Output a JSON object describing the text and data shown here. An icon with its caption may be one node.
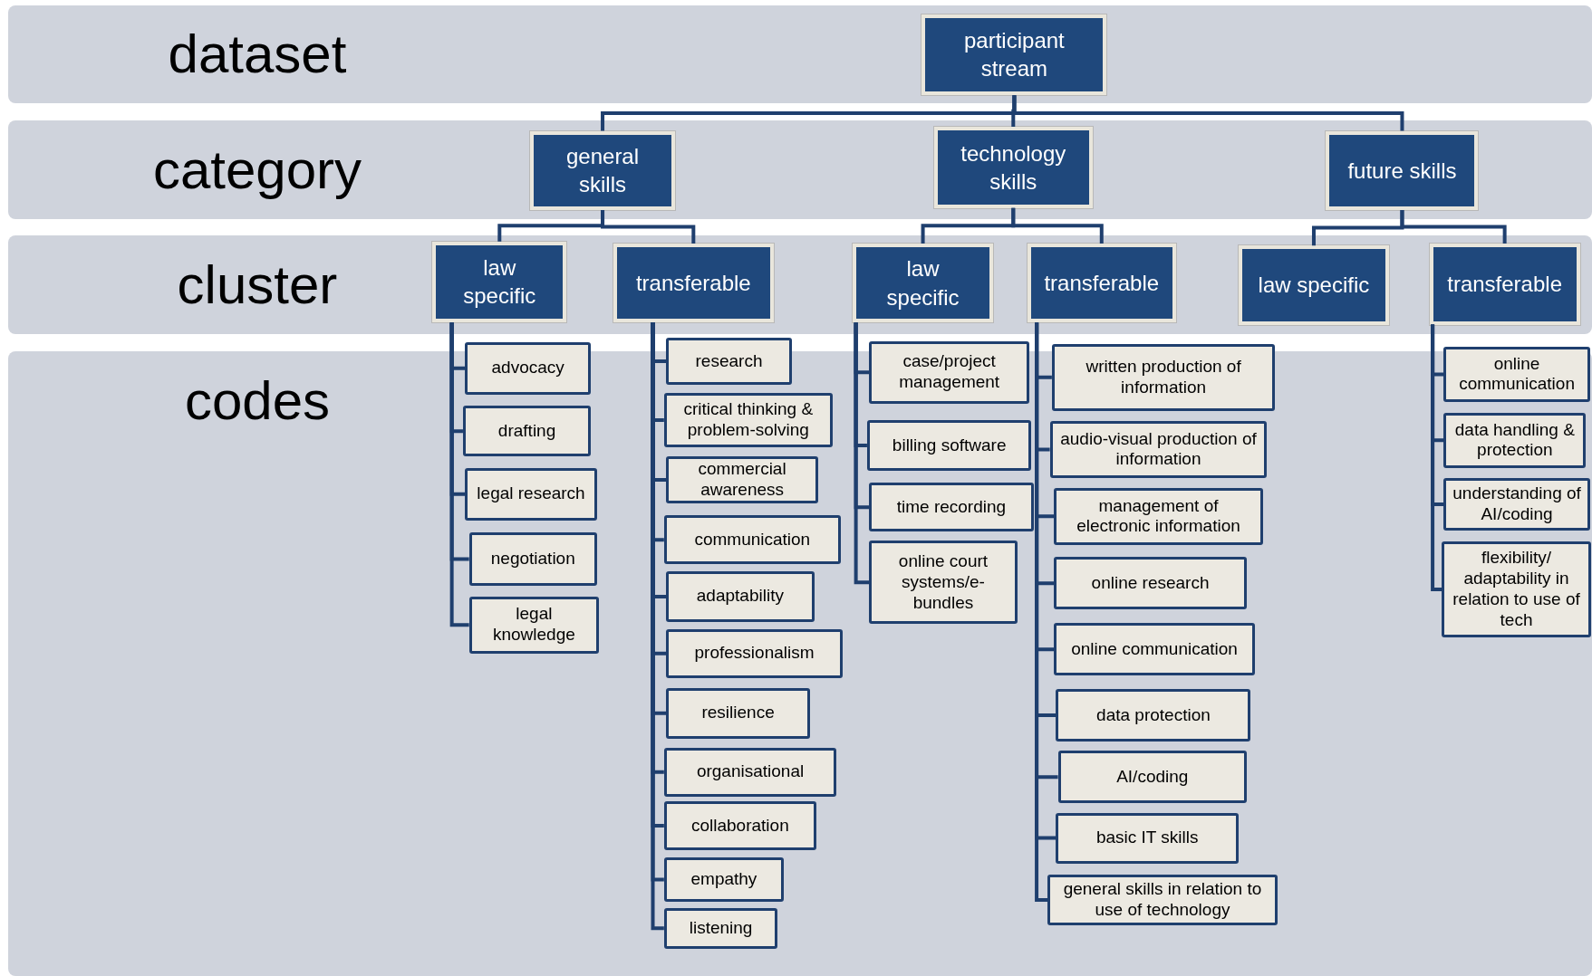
{
  "diagram": {
    "nodes": [
      {
        "text": [
          "dataset"
        ]
      },
      {
        "text": [
          "participant stream"
        ],
        "in": 0
      },
      {
        "text": [
          "category"
        ]
      },
      {
        "text": [
          "general skills"
        ],
        "in": 2
      },
      {
        "text": [
          "technology skills"
        ],
        "in": 2
      },
      {
        "text": [
          "future skills"
        ],
        "in": 2
      },
      {
        "text": [
          "cluster"
        ]
      },
      {
        "text": [
          "law specific"
        ],
        "in": 6
      },
      {
        "text": [
          "transferable"
        ],
        "in": 6
      },
      {
        "text": [
          "law specific"
        ],
        "in": 6
      },
      {
        "text": [
          "transferable"
        ],
        "in": 6
      },
      {
        "text": [
          "law specific"
        ],
        "in": 6
      },
      {
        "text": [
          "transferable"
        ],
        "in": 6
      },
      {
        "text": [
          "codes"
        ]
      },
      {
        "text": [
          "advocacy"
        ],
        "in": 13
      },
      {
        "text": [
          "drafting"
        ],
        "in": 13
      },
      {
        "text": [
          "legal research"
        ],
        "in": 13
      },
      {
        "text": [
          "negotiation"
        ],
        "in": 13
      },
      {
        "text": [
          "legal knowledge"
        ],
        "in": 13
      },
      {
        "text": [
          "research"
        ],
        "in": 13
      },
      {
        "text": [
          "critical thinking & problem-solving"
        ],
        "in": 13
      },
      {
        "text": [
          "commercial awareness"
        ],
        "in": 13
      },
      {
        "text": [
          "communication"
        ],
        "in": 13
      },
      {
        "text": [
          "adaptability"
        ],
        "in": 13
      },
      {
        "text": [
          "professionalism"
        ],
        "in": 13
      },
      {
        "text": [
          "resilience"
        ],
        "in": 13
      },
      {
        "text": [
          "organisational"
        ],
        "in": 13
      },
      {
        "text": [
          "collaboration"
        ],
        "in": 13
      },
      {
        "text": [
          "empathy"
        ],
        "in": 13
      },
      {
        "text": [
          "listening"
        ],
        "in": 13
      },
      {
        "text": [
          "case/project management"
        ],
        "in": 13
      },
      {
        "text": [
          "billing software"
        ],
        "in": 13
      },
      {
        "text": [
          "time recording"
        ],
        "in": 13
      },
      {
        "text": [
          "online court systems/e-bundles"
        ],
        "in": 13
      },
      {
        "text": [
          "written production of information"
        ],
        "in": 13
      },
      {
        "text": [
          "audio-visual production of information"
        ],
        "in": 13
      },
      {
        "text": [
          "management of electronic information"
        ],
        "in": 13
      },
      {
        "text": [
          "online research"
        ],
        "in": 13
      },
      {
        "text": [
          "online communication"
        ],
        "in": 13
      },
      {
        "text": [
          "data protection"
        ],
        "in": 13
      },
      {
        "text": [
          "AI/coding"
        ],
        "in": 13
      },
      {
        "text": [
          "basic IT skills"
        ],
        "in": 13
      },
      {
        "text": [
          "general skills in relation to use of technology"
        ],
        "in": 13
      },
      {
        "text": [
          "online communication"
        ],
        "in": 13
      },
      {
        "text": [
          "data handling & protection"
        ],
        "in": 13
      },
      {
        "text": [
          "understanding of AI/coding"
        ],
        "in": 13
      },
      {
        "text": [
          "flexibility/ adaptability in relation to use of tech"
        ],
        "in": 13
      }
    ],
    "edges": [
      {
        "from": 1,
        "to": 3,
        "arrow": "none"
      },
      {
        "from": 1,
        "to": 4,
        "arrow": "none"
      },
      {
        "from": 1,
        "to": 5,
        "arrow": "none"
      },
      {
        "from": 3,
        "to": 7,
        "arrow": "none"
      },
      {
        "from": 3,
        "to": 8,
        "arrow": "none"
      },
      {
        "from": 4,
        "to": 9,
        "arrow": "none"
      },
      {
        "from": 4,
        "to": 10,
        "arrow": "none"
      },
      {
        "from": 5,
        "to": 11,
        "arrow": "none"
      },
      {
        "from": 5,
        "to": 12,
        "arrow": "none"
      },
      {
        "from": 7,
        "to": 14,
        "arrow": "none"
      },
      {
        "from": 7,
        "to": 15,
        "arrow": "none"
      },
      {
        "from": 7,
        "to": 16,
        "arrow": "none"
      },
      {
        "from": 7,
        "to": 17,
        "arrow": "none"
      },
      {
        "from": 7,
        "to": 18,
        "arrow": "none"
      },
      {
        "from": 8,
        "to": 19,
        "arrow": "none"
      },
      {
        "from": 8,
        "to": 20,
        "arrow": "none"
      },
      {
        "from": 8,
        "to": 21,
        "arrow": "none"
      },
      {
        "from": 8,
        "to": 22,
        "arrow": "none"
      },
      {
        "from": 8,
        "to": 23,
        "arrow": "none"
      },
      {
        "from": 8,
        "to": 24,
        "arrow": "none"
      },
      {
        "from": 8,
        "to": 25,
        "arrow": "none"
      },
      {
        "from": 8,
        "to": 26,
        "arrow": "none"
      },
      {
        "from": 8,
        "to": 27,
        "arrow": "none"
      },
      {
        "from": 8,
        "to": 28,
        "arrow": "none"
      },
      {
        "from": 8,
        "to": 29,
        "arrow": "none"
      },
      {
        "from": 9,
        "to": 30,
        "arrow": "none"
      },
      {
        "from": 9,
        "to": 31,
        "arrow": "none"
      },
      {
        "from": 9,
        "to": 32,
        "arrow": "none"
      },
      {
        "from": 9,
        "to": 33,
        "arrow": "none"
      },
      {
        "from": 10,
        "to": 34,
        "arrow": "none"
      },
      {
        "from": 10,
        "to": 35,
        "arrow": "none"
      },
      {
        "from": 10,
        "to": 36,
        "arrow": "none"
      },
      {
        "from": 10,
        "to": 37,
        "arrow": "none"
      },
      {
        "from": 10,
        "to": 38,
        "arrow": "none"
      },
      {
        "from": 10,
        "to": 39,
        "arrow": "none"
      },
      {
        "from": 10,
        "to": 40,
        "arrow": "none"
      },
      {
        "from": 10,
        "to": 41,
        "arrow": "none"
      },
      {
        "from": 10,
        "to": 42,
        "arrow": "none"
      },
      {
        "from": 12,
        "to": 43,
        "arrow": "none"
      },
      {
        "from": 12,
        "to": 44,
        "arrow": "none"
      },
      {
        "from": 12,
        "to": 45,
        "arrow": "none"
      },
      {
        "from": 12,
        "to": 46,
        "arrow": "none"
      }
    ]
  }
}
